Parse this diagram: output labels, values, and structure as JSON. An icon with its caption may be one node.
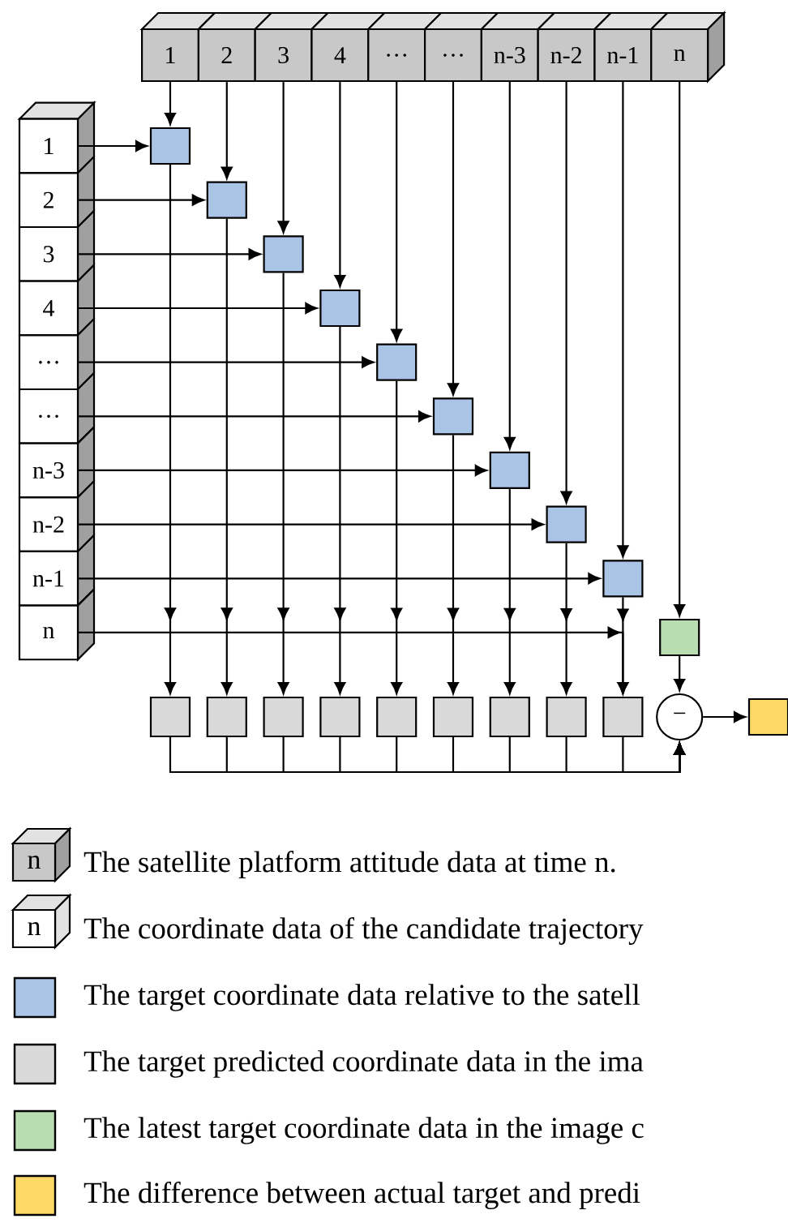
{
  "diagram": {
    "nodes": [
      {
        "text": [
          "1"
        ]
      },
      {
        "text": [
          "2"
        ]
      },
      {
        "text": [
          "3"
        ]
      },
      {
        "text": [
          "4"
        ]
      },
      {
        "text": [
          "…"
        ]
      },
      {
        "text": [
          "…"
        ]
      },
      {
        "text": [
          "n-3"
        ]
      },
      {
        "text": [
          "n-2"
        ]
      },
      {
        "text": [
          "n-1"
        ]
      },
      {
        "text": [
          "n"
        ]
      },
      {
        "text": [
          "1"
        ]
      },
      {
        "text": [
          "2"
        ]
      },
      {
        "text": [
          "3"
        ]
      },
      {
        "text": [
          "4"
        ]
      },
      {
        "text": [
          "…"
        ]
      },
      {
        "text": [
          "…"
        ]
      },
      {
        "text": [
          "n-3"
        ]
      },
      {
        "text": [
          "n-2"
        ]
      },
      {
        "text": [
          "n-1"
        ]
      },
      {
        "text": [
          "n"
        ]
      },
      {
        "text": [],
        "shape": "box"
      },
      {
        "text": [],
        "shape": "box"
      },
      {
        "text": [],
        "shape": "box"
      },
      {
        "text": [],
        "shape": "box"
      },
      {
        "text": [],
        "shape": "box"
      },
      {
        "text": [],
        "shape": "box"
      },
      {
        "text": [],
        "shape": "box"
      },
      {
        "text": [],
        "shape": "box"
      },
      {
        "text": [],
        "shape": "box"
      },
      {
        "text": [],
        "shape": "box"
      },
      {
        "text": [],
        "shape": "box"
      },
      {
        "text": [],
        "shape": "box"
      },
      {
        "text": [],
        "shape": "box"
      },
      {
        "text": [],
        "shape": "box"
      },
      {
        "text": [],
        "shape": "box"
      },
      {
        "text": [],
        "shape": "box"
      },
      {
        "text": [],
        "shape": "box"
      },
      {
        "text": [],
        "shape": "box"
      },
      {
        "text": [],
        "shape": "box"
      },
      {
        "text": [
          "−"
        ]
      },
      {
        "text": [],
        "shape": "box"
      }
    ],
    "edges": [
      {
        "from": 0,
        "to": 20,
        "arrow": "to"
      },
      {
        "from": 1,
        "to": 21,
        "arrow": "to"
      },
      {
        "from": 2,
        "to": 22,
        "arrow": "to"
      },
      {
        "from": 3,
        "to": 23,
        "arrow": "to"
      },
      {
        "from": 4,
        "to": 24,
        "arrow": "to"
      },
      {
        "from": 5,
        "to": 25,
        "arrow": "to"
      },
      {
        "from": 6,
        "to": 26,
        "arrow": "to"
      },
      {
        "from": 7,
        "to": 27,
        "arrow": "to"
      },
      {
        "from": 8,
        "to": 28,
        "arrow": "to"
      },
      {
        "from": 9,
        "to": 29,
        "arrow": "to"
      },
      {
        "from": 10,
        "to": 20,
        "arrow": "to"
      },
      {
        "from": 11,
        "to": 21,
        "arrow": "to"
      },
      {
        "from": 12,
        "to": 22,
        "arrow": "to"
      },
      {
        "from": 13,
        "to": 23,
        "arrow": "to"
      },
      {
        "from": 14,
        "to": 24,
        "arrow": "to"
      },
      {
        "from": 15,
        "to": 25,
        "arrow": "to"
      },
      {
        "from": 16,
        "to": 26,
        "arrow": "to"
      },
      {
        "from": 17,
        "to": 27,
        "arrow": "to"
      },
      {
        "from": 18,
        "to": 28,
        "arrow": "to"
      },
      {
        "from": 19,
        "to": 38,
        "arrow": "to"
      },
      {
        "from": 20,
        "to": 30,
        "arrow": "to"
      },
      {
        "from": 21,
        "to": 31,
        "arrow": "to"
      },
      {
        "from": 22,
        "to": 32,
        "arrow": "to"
      },
      {
        "from": 23,
        "to": 33,
        "arrow": "to"
      },
      {
        "from": 24,
        "to": 34,
        "arrow": "to"
      },
      {
        "from": 25,
        "to": 35,
        "arrow": "to"
      },
      {
        "from": 26,
        "to": 36,
        "arrow": "to"
      },
      {
        "from": 27,
        "to": 37,
        "arrow": "to"
      },
      {
        "from": 28,
        "to": 38,
        "arrow": "to"
      },
      {
        "from": 29,
        "to": 39,
        "arrow": "to"
      },
      {
        "from": 30,
        "to": 39,
        "arrow": "to"
      },
      {
        "from": 31,
        "to": 39,
        "arrow": "to"
      },
      {
        "from": 32,
        "to": 39,
        "arrow": "to"
      },
      {
        "from": 33,
        "to": 39,
        "arrow": "to"
      },
      {
        "from": 34,
        "to": 39,
        "arrow": "to"
      },
      {
        "from": 35,
        "to": 39,
        "arrow": "to"
      },
      {
        "from": 36,
        "to": 39,
        "arrow": "to"
      },
      {
        "from": 37,
        "to": 39,
        "arrow": "to"
      },
      {
        "from": 38,
        "to": 39,
        "arrow": "to"
      },
      {
        "from": 39,
        "to": 40,
        "arrow": "to"
      }
    ],
    "labels": [
      "n",
      "n"
    ],
    "legend": [
      {
        "text": "The satellite platform attitude data at time n."
      },
      {
        "text": "The coordinate data of the candidate trajectory"
      },
      {
        "text": "The target coordinate data relative to the satell",
        "color": "#a9c4e4"
      },
      {
        "text": "The target predicted coordinate data in the ima",
        "color": "#d9d9d9"
      },
      {
        "text": "The latest target coordinate data in the image c",
        "color": "#b9dcb0"
      },
      {
        "text": "The difference between actual target and predi",
        "color": "#ffd966"
      }
    ]
  }
}
